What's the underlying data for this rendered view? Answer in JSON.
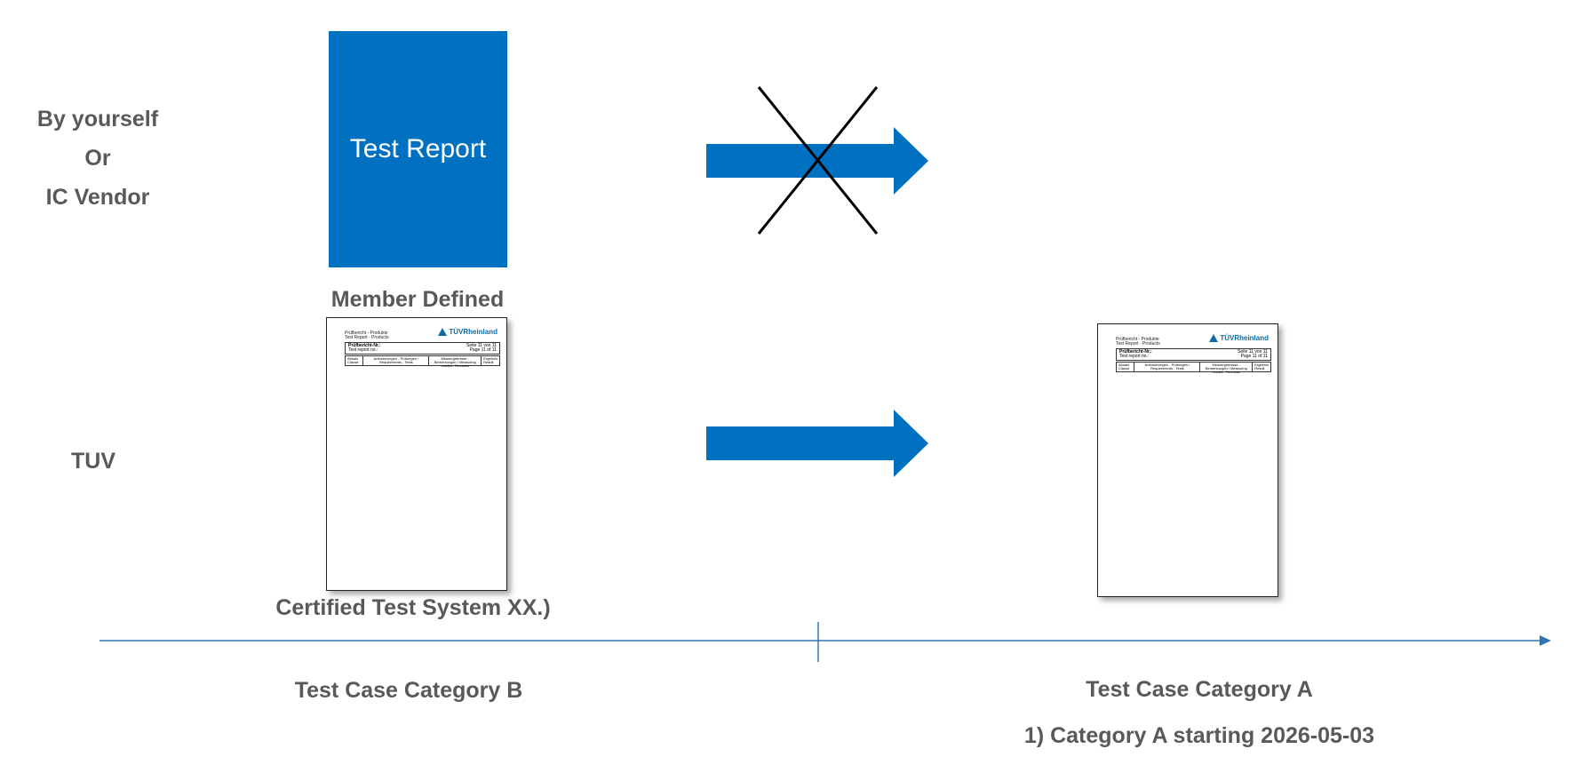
{
  "left_labels": {
    "line1": "By yourself",
    "line2": "Or",
    "line3": "IC Vendor",
    "tuv": "TUV"
  },
  "blue_report": {
    "label": "Test Report"
  },
  "member_defined": "Member Defined",
  "certified": "Certified Test System XX.)",
  "doc_thumbnail": {
    "header_line1": "Prüfbericht - Produkte",
    "header_line2": "Test Report - Products",
    "logo_text": "TÜVRheinland",
    "report_no_label": "Prüfbericht-Nr.:",
    "report_no_label_en": "Test report no.:",
    "page_label": "Seite 11 von 11",
    "page_label_en": "Page 11 of 11",
    "col1": "Absatz Clause",
    "col2": "Anforderungen - Prüfungen / Requirements - Tests",
    "col3": "Messergebnisse - Bemerkungen / Measuring results - Remarks",
    "col4": "Ergebnis Result"
  },
  "timeline": {
    "category_b": "Test Case Category B",
    "category_a": "Test Case Category A",
    "footnote": "1) Category A starting 2026-05-03"
  },
  "colors": {
    "accent_blue": "#0070c0",
    "label_gray": "#595959",
    "timeline": "#2e75b6"
  }
}
